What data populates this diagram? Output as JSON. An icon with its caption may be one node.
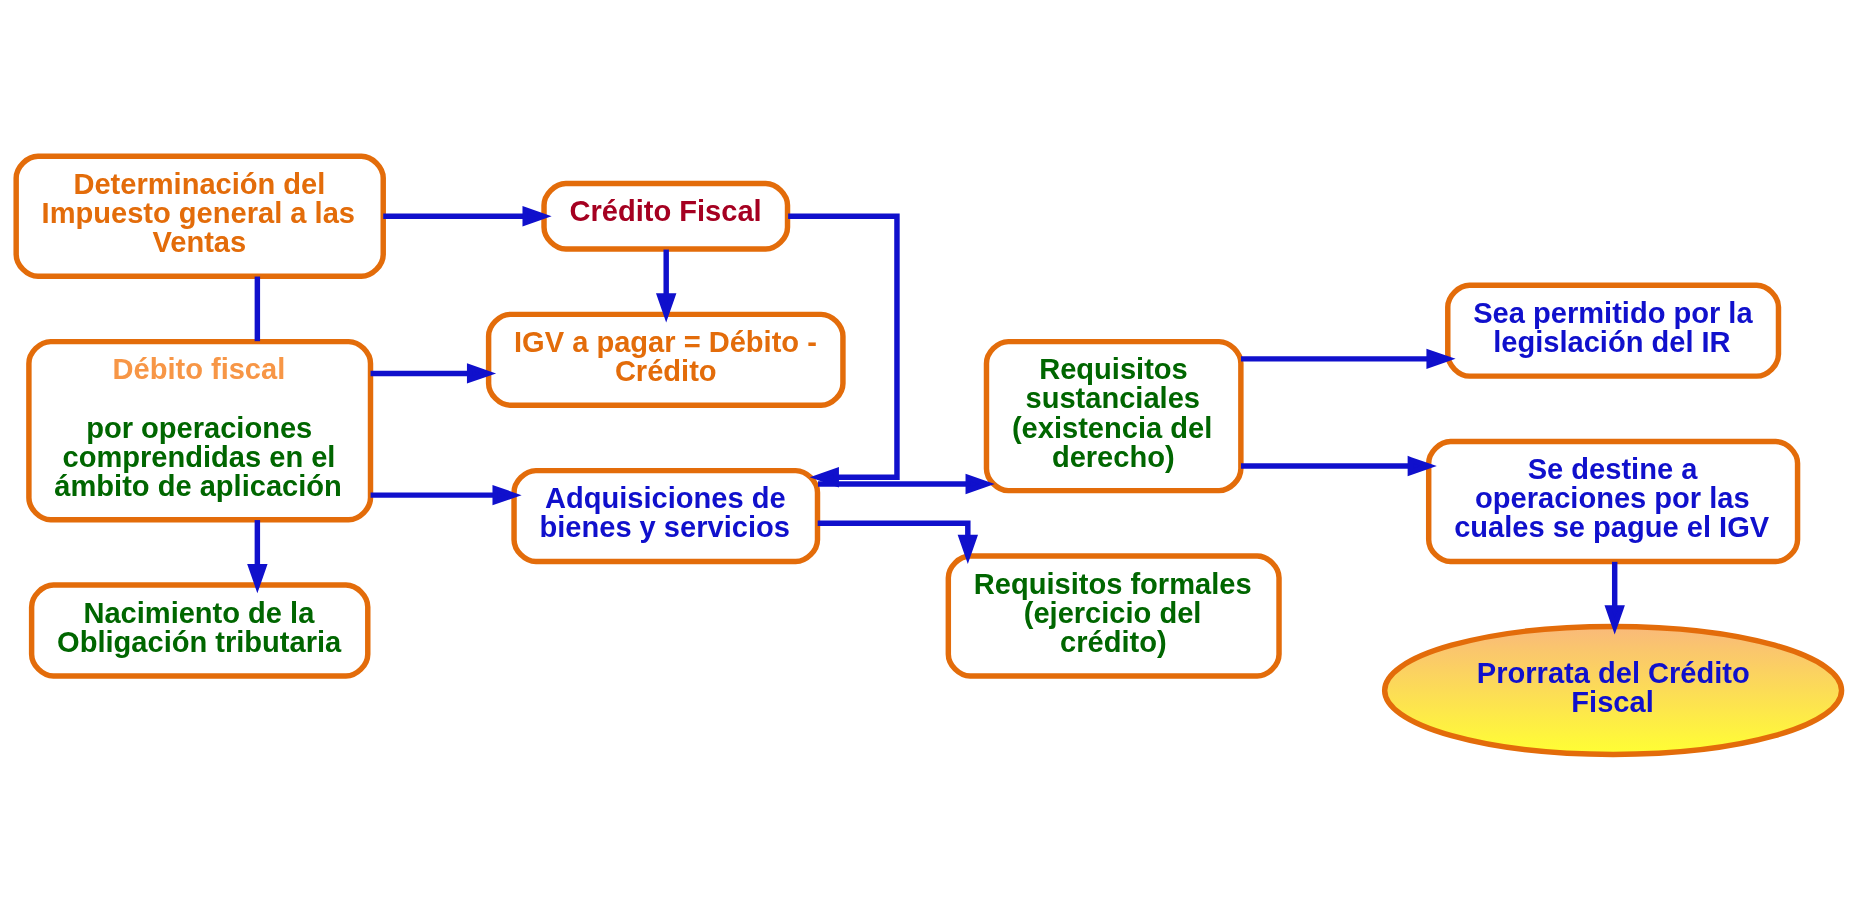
{
  "diagram": {
    "nodes": [
      {
        "text": [
          "Determinación del Impuesto general a las Ventas"
        ]
      },
      {
        "text": [
          "Crédito Fiscal"
        ]
      },
      {
        "text": [
          "Débito fiscal",
          "por operaciones comprendidas en el ámbito de aplicación"
        ]
      },
      {
        "text": [
          "Adquisiciones de bienes y servicios"
        ]
      },
      {
        "text": [
          "Requisitos sustanciales (existencia del derecho)"
        ]
      },
      {
        "text": [
          "Requisitos formales (ejercicio del crédito)"
        ]
      },
      {
        "text": [
          "Sea permitido por la legislación del IR"
        ]
      },
      {
        "text": [
          "Se destine a operaciones por las cuales se pague el IGV"
        ]
      },
      {
        "text": [
          "Nacimiento de la Obligación tributaria"
        ]
      },
      {
        "text": [
          "IGV a pagar = Débito - Crédito"
        ]
      },
      {
        "text": [
          "Prorrata del Crédito Fiscal"
        ]
      }
    ],
    "edges": [
      {
        "from": 0,
        "to": 1,
        "arrow": "to"
      },
      {
        "from": 0,
        "to": 2,
        "arrow": "none"
      },
      {
        "from": 2,
        "to": 8,
        "arrow": "to"
      },
      {
        "from": 1,
        "to": 3,
        "arrow": "to"
      },
      {
        "from": 1,
        "to": 9,
        "arrow": "to"
      },
      {
        "from": 2,
        "to": 3,
        "arrow": "to"
      },
      {
        "from": 2,
        "to": 9,
        "arrow": "to"
      },
      {
        "from": 3,
        "to": 4,
        "arrow": "to"
      },
      {
        "from": 3,
        "to": 5,
        "arrow": "to"
      },
      {
        "from": 4,
        "to": 6,
        "arrow": "to"
      },
      {
        "from": 4,
        "to": 7,
        "arrow": "to"
      },
      {
        "from": 7,
        "to": 10,
        "arrow": "to"
      }
    ]
  }
}
